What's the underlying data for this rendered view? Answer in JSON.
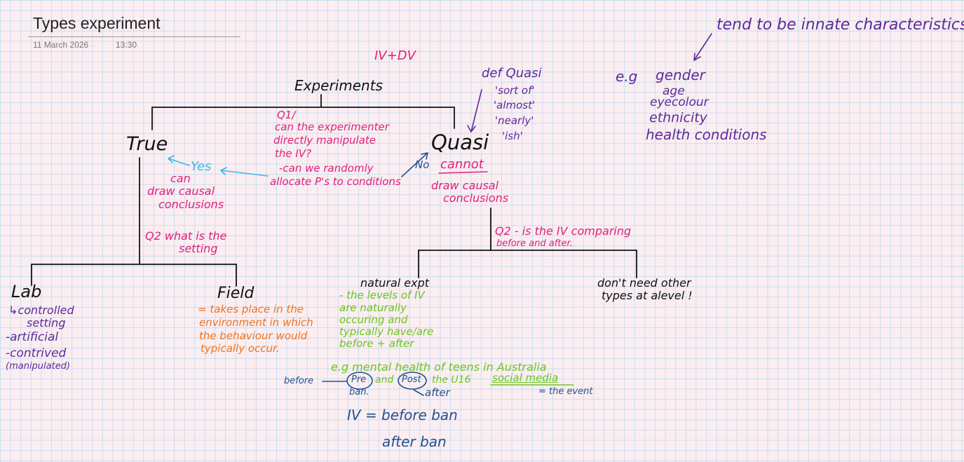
{
  "header": {
    "title": "Types experiment",
    "date": "11 March 2026",
    "time": "13:30"
  },
  "notes": {
    "iv_dv": "IV+DV",
    "experiments": "Experiments",
    "true": "True",
    "quasi": "Quasi",
    "q1": [
      "Q1/",
      "can the experimenter",
      "directly manipulate",
      "the IV?",
      "-can we randomly",
      "allocate P's to conditions"
    ],
    "yes": "Yes",
    "no": "No",
    "can_draw": [
      "can",
      "draw causal",
      "conclusions"
    ],
    "cannot": "cannot",
    "cannot_draw": [
      "draw causal",
      "conclusions"
    ],
    "def_quasi": [
      "def Quasi",
      "'sort of'",
      "'almost'",
      "'nearly'",
      "'ish'"
    ],
    "innate": "tend to be innate characteristics",
    "eg": "e.g",
    "innate_examples": [
      "gender",
      "age",
      "eyecolour",
      "ethnicity",
      "health conditions"
    ],
    "q2_setting": [
      "Q2  what is the",
      "setting"
    ],
    "q2_iv": [
      "Q2 - is the IV comparing",
      "before and after."
    ],
    "lab": "Lab",
    "lab_notes": [
      "↳controlled",
      "setting",
      "-artificial",
      "-contrived",
      "(manipulated)"
    ],
    "field": "Field",
    "field_notes": [
      "= takes place in the",
      "environment in which",
      "the behaviour would",
      "typically occur."
    ],
    "natural": "natural expt",
    "natural_notes": [
      "- the levels of IV",
      "are naturally",
      "occuring and",
      "typically have/are",
      "before + after"
    ],
    "dont_need": [
      "don't need other",
      "types at alevel !"
    ],
    "example_line": "e.g mental health of teens in Australia",
    "before": "before",
    "pre": "Pre",
    "and": "and",
    "post": "Post",
    "the_u16": "the U16",
    "social_media": "social media",
    "ban": "ban.",
    "after": "after",
    "the_event": "= the event",
    "iv_eq": "IV = before ban",
    "after_ban": "after ban"
  }
}
